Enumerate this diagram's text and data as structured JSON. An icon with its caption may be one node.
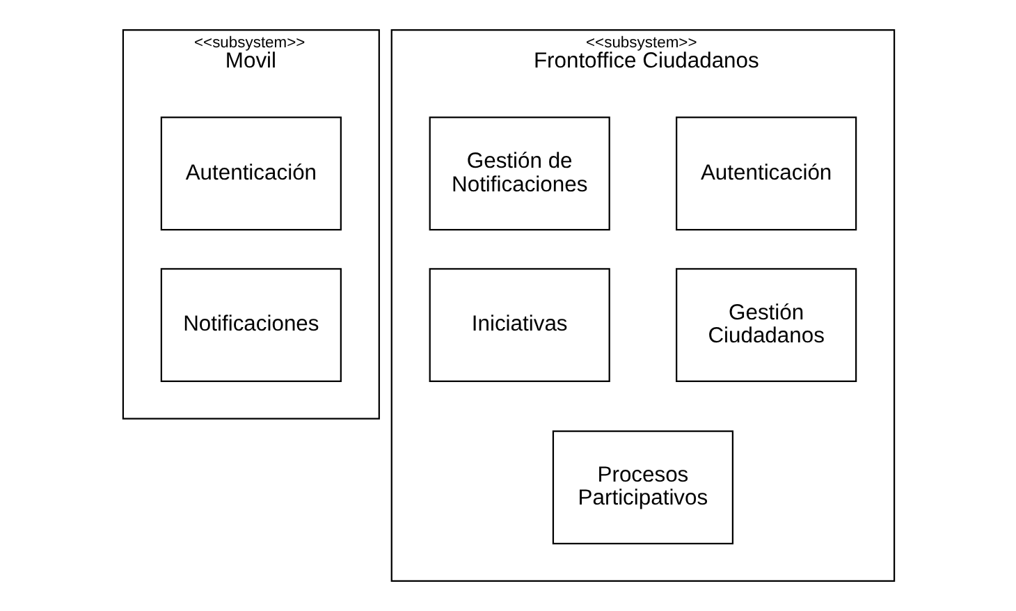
{
  "diagram": {
    "nodes": [
      {
        "text": [
          "<<subsystem>>",
          "Movil"
        ]
      },
      {
        "text": [
          "Autenticación"
        ],
        "in": 0
      },
      {
        "text": [
          "Notificaciones"
        ],
        "in": 0
      },
      {
        "text": [
          "<<subsystem>>",
          "Frontoffice Ciudadanos"
        ]
      },
      {
        "text": [
          "Autenticación"
        ],
        "in": 3
      },
      {
        "text": [
          "Gestión de Notificaciones"
        ],
        "in": 3
      },
      {
        "text": [
          "Gestión Ciudadanos"
        ],
        "in": 3
      },
      {
        "text": [
          "Iniciativas"
        ],
        "in": 3
      },
      {
        "text": [
          "Procesos Participativos"
        ],
        "in": 3
      }
    ]
  }
}
